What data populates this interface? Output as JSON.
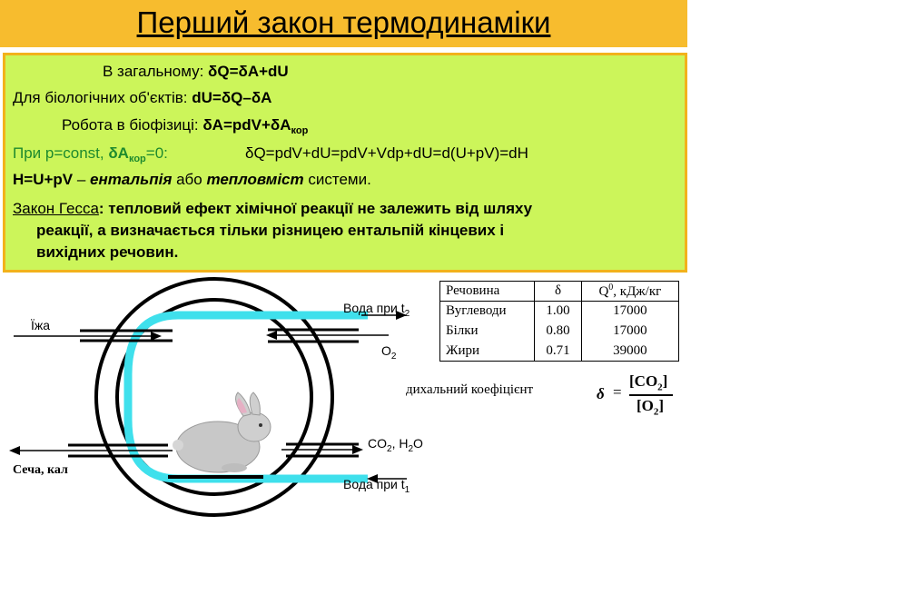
{
  "title": "Перший закон термодинаміки",
  "formulas": {
    "general_prefix": "В загальному: ",
    "general_eq": "δQ=δA+dU",
    "bio_prefix": "Для біологічних об'єктів: ",
    "bio_eq": "dU=δQ–δA",
    "work_prefix": "Робота в біофізиці: ",
    "work_eq": "δA=pdV+δA",
    "work_sub": "кор",
    "const_prefix": "При p=const, ",
    "const_da": "δA",
    "const_sub": "кор",
    "const_zero": "=0:",
    "const_chain": "δQ=pdV+dU=pdV+Vdp+dU=d(U+pV)=dH",
    "enthalpy_eq": "H=U+pV",
    "enthalpy_dash": " – ",
    "enthalpy_term": "ентальпія",
    "enthalpy_or": " або ",
    "enthalpy_term2": "тепловміст",
    "enthalpy_tail": " системи.",
    "hess_label": "Закон Гесса",
    "hess_line1": ": тепловий ефект хімічної реакції не залежить від шляху",
    "hess_line2": "реакції, а визначається тільки різницею ентальпій кінцевих і",
    "hess_line3": "вихідних речовин."
  },
  "diagram": {
    "food": "Їжа",
    "water_t2": "Вода при t",
    "water_t2_sub": "2",
    "o2": "O",
    "o2_sub": "2",
    "co2": "CO",
    "co2_sub": "2",
    "co2_sep": ", H",
    "h2o_sub": "2",
    "h2o_o": "O",
    "urine": "Сеча, кал",
    "water_t1": "Вода при t",
    "water_t1_sub": "1",
    "colors": {
      "water_pipe": "#3fe0ec",
      "rabbit_body": "#c8c8c8",
      "ear_inner": "#e6b0c4"
    }
  },
  "table": {
    "headers": [
      "Речовина",
      "δ",
      "Q",
      "0",
      ", кДж/кг"
    ],
    "rows": [
      {
        "name": "Вуглеводи",
        "delta": "1.00",
        "q": "17000"
      },
      {
        "name": "Білки",
        "delta": "0.80",
        "q": "17000"
      },
      {
        "name": "Жири",
        "delta": "0.71",
        "q": "39000"
      }
    ]
  },
  "respiratory": {
    "label": "дихальний коефіцієнт",
    "symbol": "δ",
    "equals": "=",
    "numerator": "[CO",
    "numerator_sub": "2",
    "numerator_close": "]",
    "denominator": "[O",
    "denominator_sub": "2",
    "denominator_close": "]"
  }
}
